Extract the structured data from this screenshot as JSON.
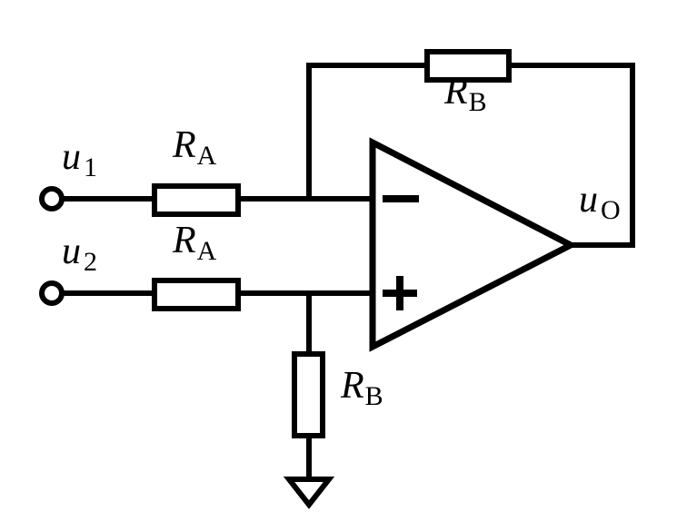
{
  "labels": {
    "input1": {
      "main": "u",
      "sub": "1"
    },
    "input2": {
      "main": "u",
      "sub": "2"
    },
    "output": {
      "main": "u",
      "sub": "O"
    },
    "ra_top": {
      "main": "R",
      "sub": "A"
    },
    "ra_bottom": {
      "main": "R",
      "sub": "A"
    },
    "rb_feedback": {
      "main": "R",
      "sub": "B"
    },
    "rb_ground": {
      "main": "R",
      "sub": "B"
    },
    "inverting_input_symbol": "−",
    "noninverting_input_symbol": "+"
  }
}
